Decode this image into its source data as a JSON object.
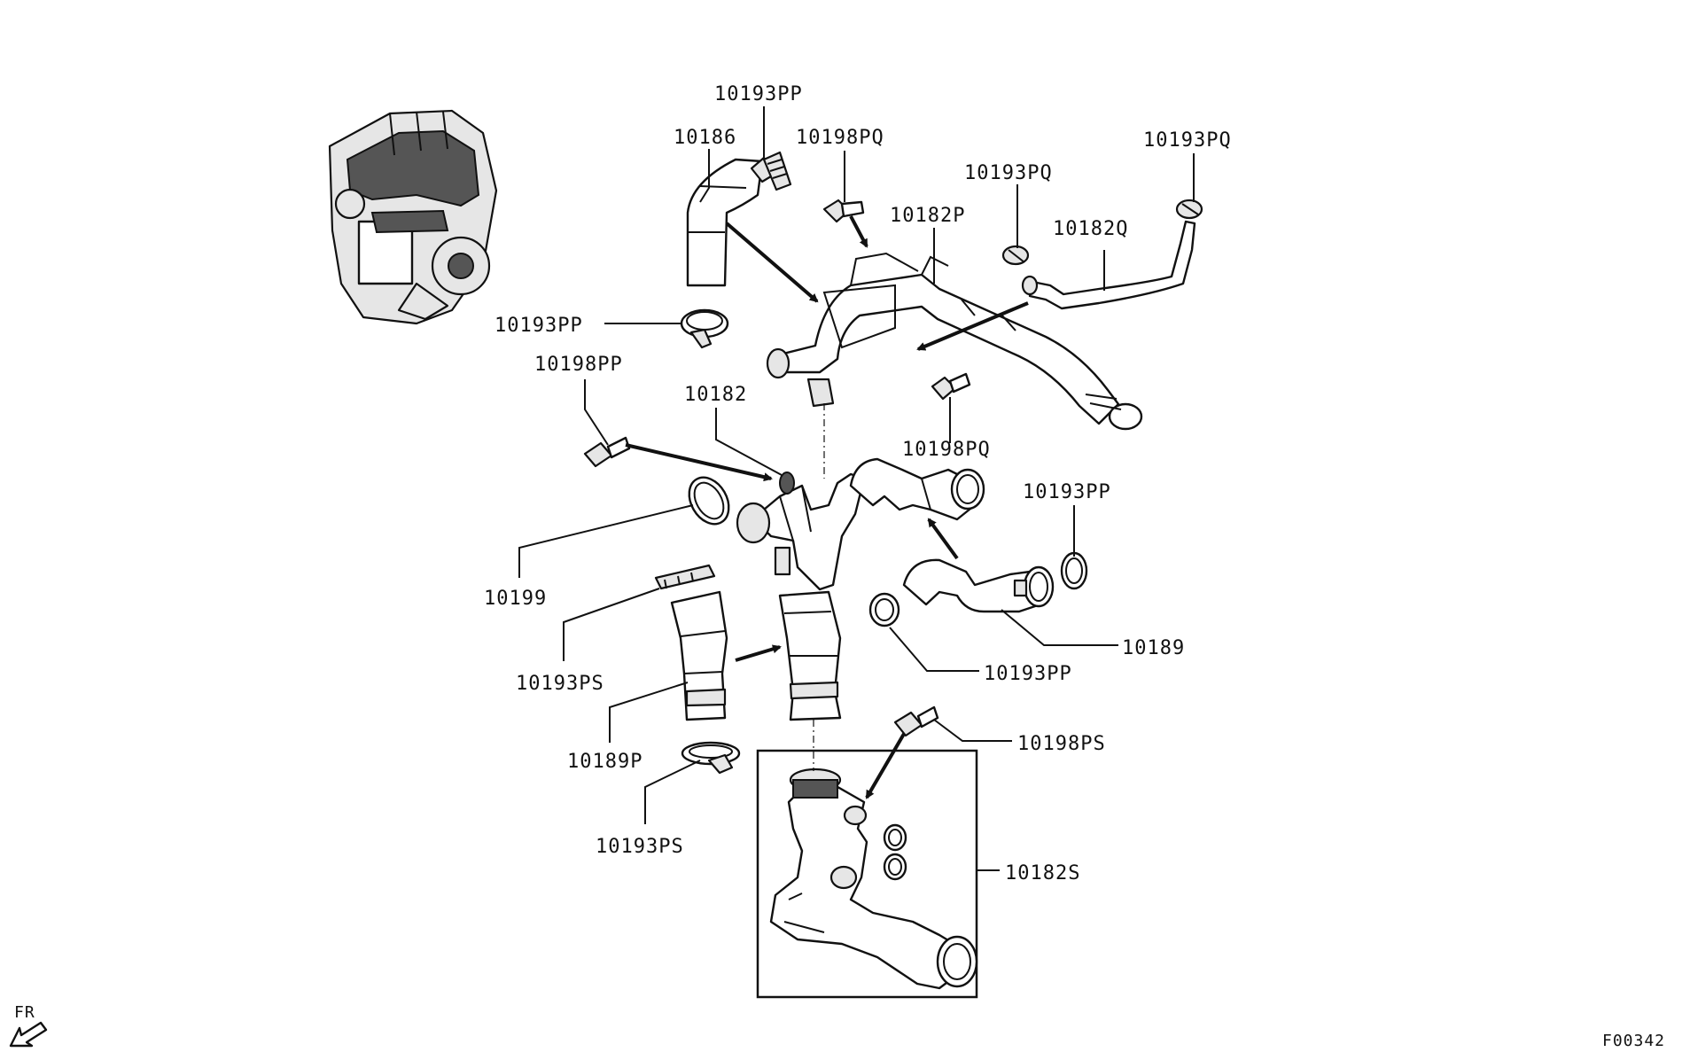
{
  "diagram": {
    "frame_code": "F00342",
    "orientation": "FR",
    "labels": {
      "l_10193PP_top": "10193PP",
      "l_10186": "10186",
      "l_10198PQ_top": "10198PQ",
      "l_10182P": "10182P",
      "l_10193PQ_mid": "10193PQ",
      "l_10193PQ_right": "10193PQ",
      "l_10182Q": "10182Q",
      "l_10193PP_left": "10193PP",
      "l_10198PP": "10198PP",
      "l_10182": "10182",
      "l_10198PQ_bottom": "10198PQ",
      "l_10193PP_right": "10193PP",
      "l_10199": "10199",
      "l_10193PS_left": "10193PS",
      "l_10189": "10189",
      "l_10193PP_bottom": "10193PP",
      "l_10189P": "10189P",
      "l_10198PS": "10198PS",
      "l_10193PS_bottom": "10193PS",
      "l_10182S": "10182S"
    }
  }
}
